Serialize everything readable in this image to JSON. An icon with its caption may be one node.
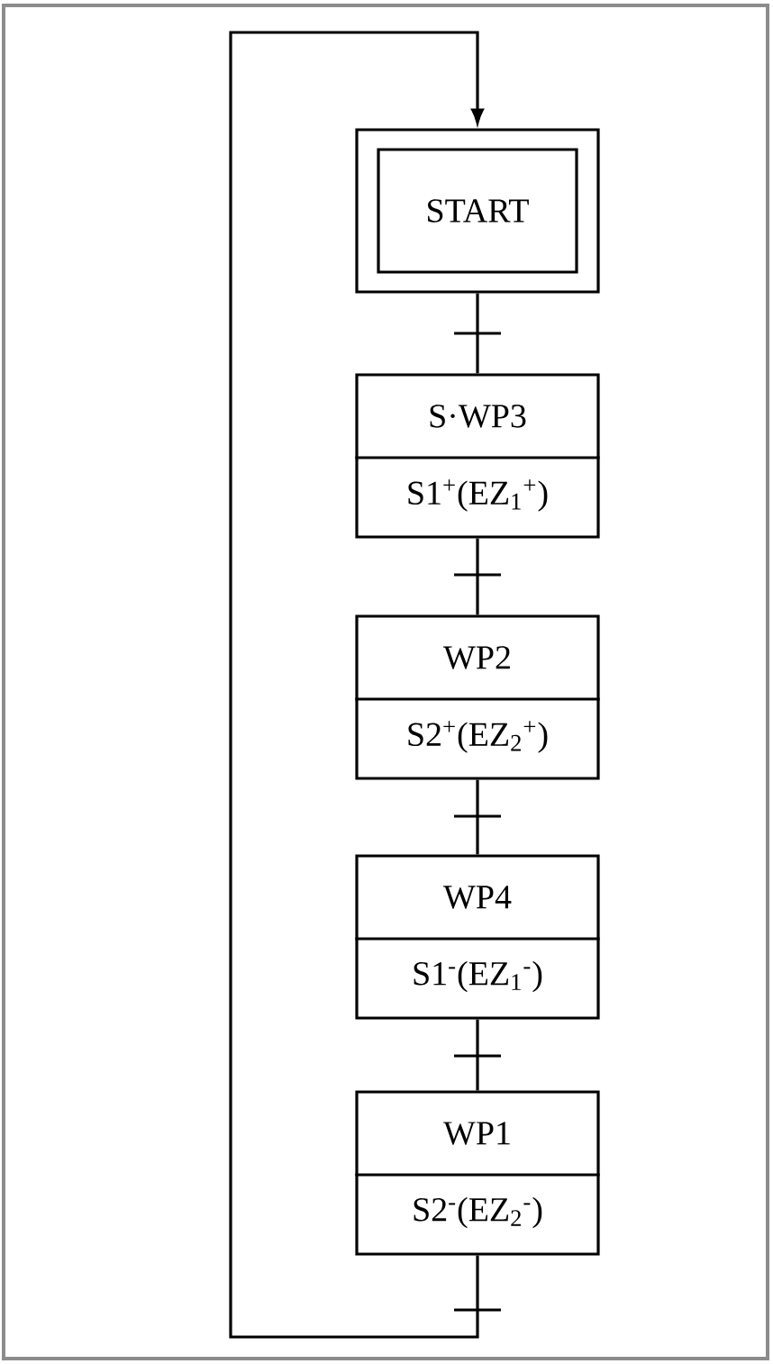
{
  "diagram": {
    "nodes": [
      {
        "text": [
          "START"
        ]
      },
      {
        "text": [
          "S·WP3",
          "S1$^{+}$(EZ$_{1}$$^{+}$)"
        ]
      },
      {
        "text": [
          "WP2",
          "S2$^{+}$(EZ$_{2}$$^{+}$)"
        ]
      },
      {
        "text": [
          "WP4",
          "S1$^{-}$(EZ$_{1}$$^{-}$)"
        ]
      },
      {
        "text": [
          "WP1",
          "S2$^{-}$(EZ$_{2}$$^{-}$)"
        ]
      }
    ],
    "edges": [
      {
        "from": 0,
        "to": 1,
        "arrow": "none"
      },
      {
        "from": 1,
        "to": 2,
        "arrow": "none"
      },
      {
        "from": 2,
        "to": 3,
        "arrow": "none"
      },
      {
        "from": 3,
        "to": 4,
        "arrow": "none"
      },
      {
        "from": 4,
        "to": 0,
        "arrow": "to"
      }
    ]
  }
}
